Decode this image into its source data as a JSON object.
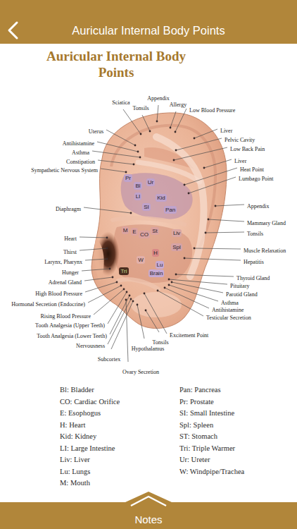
{
  "diagram": {
    "title": "Auricular Internal Body Points",
    "nodes": [
      {
        "text": [
          "Pr"
        ]
      },
      {
        "text": [
          "Bl"
        ]
      },
      {
        "text": [
          "Ur"
        ]
      },
      {
        "text": [
          "LI"
        ]
      },
      {
        "text": [
          "Kid"
        ]
      },
      {
        "text": [
          "SI"
        ]
      },
      {
        "text": [
          "Pan"
        ]
      },
      {
        "text": [
          "M"
        ]
      },
      {
        "text": [
          "E"
        ]
      },
      {
        "text": [
          "CO"
        ]
      },
      {
        "text": [
          "St"
        ]
      },
      {
        "text": [
          "Liv"
        ]
      },
      {
        "text": [
          "Spl"
        ]
      },
      {
        "text": [
          "H"
        ]
      },
      {
        "text": [
          "W"
        ]
      },
      {
        "text": [
          "Lu"
        ]
      },
      {
        "text": [
          "Tri"
        ]
      },
      {
        "text": [
          "Brain"
        ]
      }
    ],
    "labels": [
      "Auricular Internal Body Points",
      "Sciatica",
      "Appendix",
      "Tonsils",
      "Allergy",
      "Low Blood Pressure",
      "Uterus",
      "Antihistamine",
      "Asthma",
      "Constipation",
      "Sympathetic Nervous System",
      "Diaphragm",
      "Heart",
      "Thirst",
      "Larynx, Pharynx",
      "Hunger",
      "Adrenal Gland",
      "High Blood Pressure",
      "Hormonal Secretion (Endocrine)",
      "Rising Blood Pressure",
      "Tooth Analgesia (Upper Teeth)",
      "Tooth Analgesia (Lower Teeth)",
      "Nervousness",
      "Hypothalamus",
      "Subcortex",
      "Ovary Secretion",
      "Tonsils",
      "Excitement Point",
      "Liver",
      "Pelvic Cavity",
      "Low Back Pain",
      "Liver",
      "Heat Point",
      "Lumbago Point",
      "Appendix",
      "Mammary Gland",
      "Tonsils",
      "Muscle Relaxation",
      "Hepatitis",
      "Thyroid Gland",
      "Pituitary",
      "Parotid Gland",
      "Asthma",
      "Antihistamine",
      "Testicular Secretion",
      "Bl: Bladder",
      "CO: Cardiac Orifice",
      "E: Esophogus",
      "H: Heart",
      "Kid: Kidney",
      "LI: Large Intestine",
      "Liv: Liver",
      "Lu: Lungs",
      "M: Mouth",
      "Pan: Pancreas",
      "Pr: Prostate",
      "SI: Small Intestine",
      "Spl: Spleen",
      "ST: Stomach",
      "Tri: Triple Warmer",
      "Ur: Ureter",
      "W: Windpipe/Trachea",
      "Notes"
    ]
  }
}
